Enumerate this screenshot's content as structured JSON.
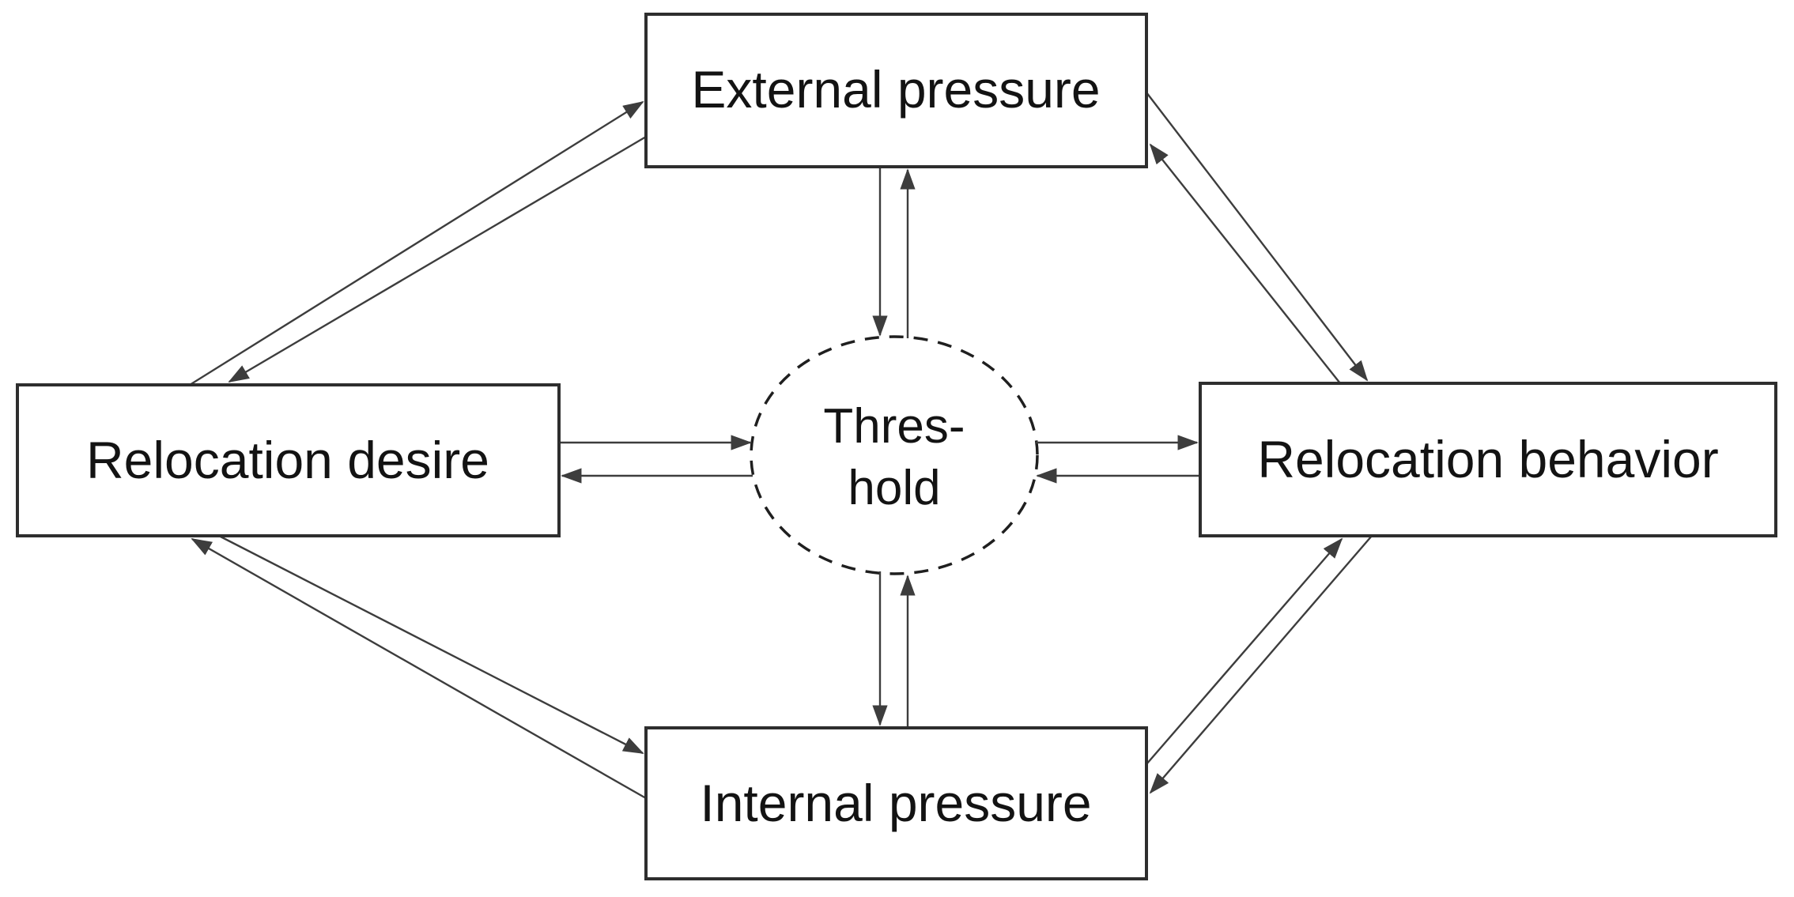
{
  "figure": {
    "type": "conceptual-diagram",
    "description": "Relocation model: four rectangular concept nodes connected by bidirectional arrows in a diamond, with a dashed threshold circle in the center linked bidirectionally to every node",
    "background_color": "#ffffff"
  },
  "colors": {
    "box_border": "#2e2e2e",
    "threshold_border": "#1f1f1f",
    "arrow": "#3d3d3d",
    "text": "#131313"
  },
  "nodes": {
    "external_pressure": {
      "label": "External pressure",
      "shape": "rectangle"
    },
    "relocation_desire": {
      "label": "Relocation desire",
      "shape": "rectangle"
    },
    "relocation_behavior": {
      "label": "Relocation behavior",
      "shape": "rectangle"
    },
    "internal_pressure": {
      "label": "Internal pressure",
      "shape": "rectangle"
    },
    "threshold": {
      "label": "Threshold",
      "label_line1": "Thres-",
      "label_line2": "hold",
      "shape": "dashed-ellipse"
    }
  },
  "edges": [
    {
      "from": "Relocation desire",
      "to": "External pressure",
      "arrowhead": "at External pressure"
    },
    {
      "from": "External pressure",
      "to": "Relocation desire",
      "arrowhead": "at Relocation desire"
    },
    {
      "from": "External pressure",
      "to": "Relocation behavior",
      "arrowhead": "at Relocation behavior"
    },
    {
      "from": "Relocation behavior",
      "to": "External pressure",
      "arrowhead": "at External pressure"
    },
    {
      "from": "Relocation desire",
      "to": "Internal pressure",
      "arrowhead": "at Internal pressure"
    },
    {
      "from": "Internal pressure",
      "to": "Relocation desire",
      "arrowhead": "at Relocation desire"
    },
    {
      "from": "Internal pressure",
      "to": "Relocation behavior",
      "arrowhead": "at Relocation behavior"
    },
    {
      "from": "Relocation behavior",
      "to": "Internal pressure",
      "arrowhead": "at Internal pressure"
    },
    {
      "from": "External pressure",
      "to": "Threshold",
      "arrowhead": "at Threshold"
    },
    {
      "from": "Threshold",
      "to": "External pressure",
      "arrowhead": "at External pressure"
    },
    {
      "from": "Relocation desire",
      "to": "Threshold",
      "arrowhead": "at Threshold"
    },
    {
      "from": "Threshold",
      "to": "Relocation desire",
      "arrowhead": "at Relocation desire"
    },
    {
      "from": "Threshold",
      "to": "Relocation behavior",
      "arrowhead": "at Relocation behavior"
    },
    {
      "from": "Relocation behavior",
      "to": "Threshold",
      "arrowhead": "at Threshold"
    },
    {
      "from": "Threshold",
      "to": "Internal pressure",
      "arrowhead": "at Internal pressure"
    },
    {
      "from": "Internal pressure",
      "to": "Threshold",
      "arrowhead": "at Threshold"
    }
  ]
}
